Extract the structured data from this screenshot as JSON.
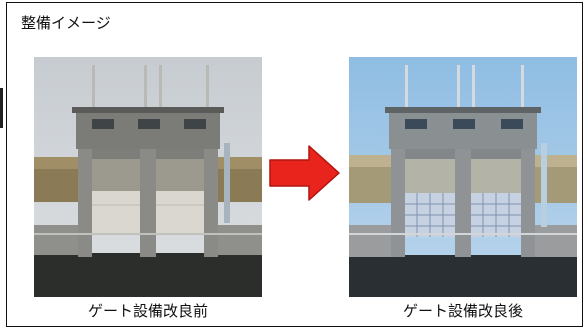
{
  "heading": "整備イメージ",
  "panels": [
    {
      "caption": "ゲート設備改良前",
      "state": "before",
      "gate_color": "#d9d7cf",
      "sky_color": "#cdd3d8"
    },
    {
      "caption": "ゲート設備改良後",
      "state": "after",
      "gate_color": "#c6d2e2",
      "sky_color": "#a8cbe6"
    }
  ],
  "arrow": {
    "icon": "right-arrow-icon",
    "color": "#e8241c"
  }
}
